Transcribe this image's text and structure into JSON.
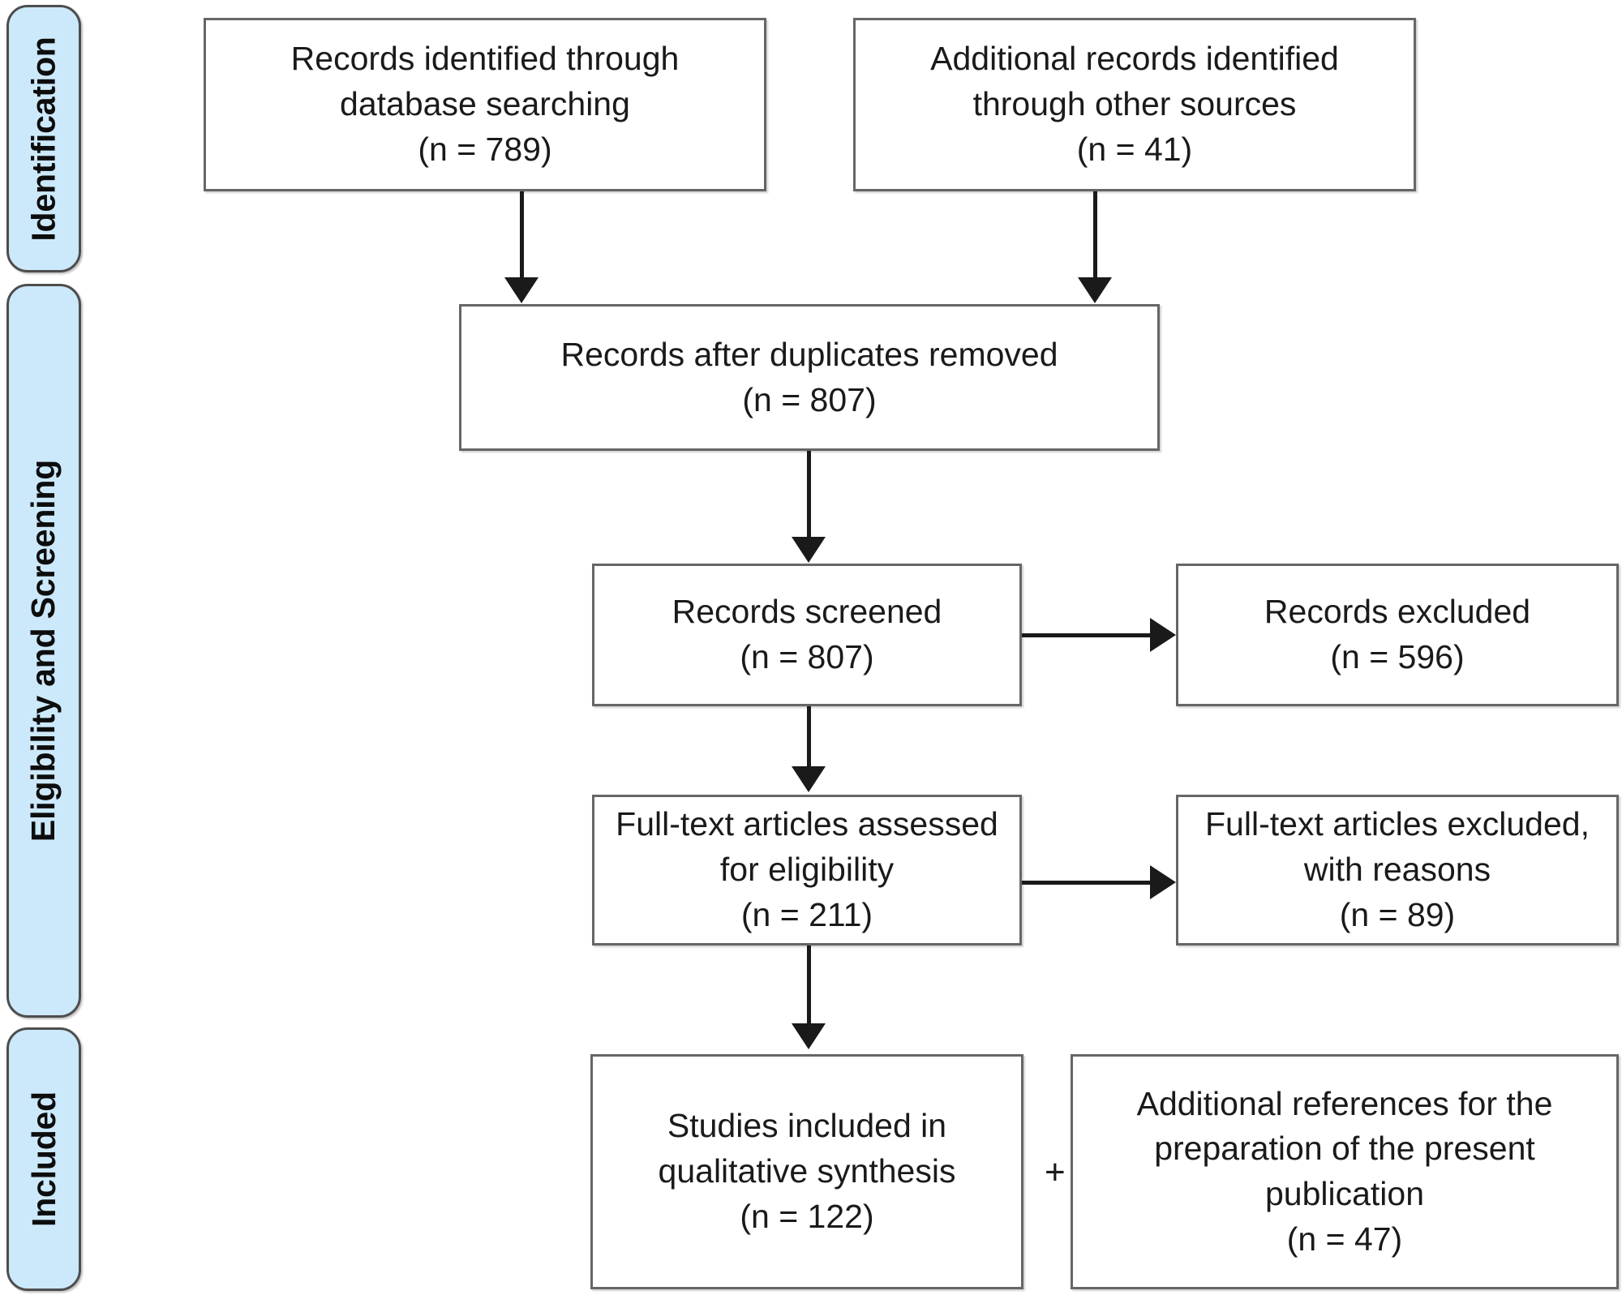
{
  "diagram": {
    "title": "PRISMA flow diagram",
    "accent_color": "#cce9fb",
    "border_color": "#666666",
    "line_color": "#1a1a1a"
  },
  "stages": [
    {
      "id": "identification",
      "label": "Identification"
    },
    {
      "id": "eligibility-screening",
      "label": "Eligibility and Screening"
    },
    {
      "id": "included",
      "label": "Included"
    }
  ],
  "boxes": {
    "database_search": {
      "line1": "Records identified through",
      "line2": "database searching",
      "count": "(n = 789)"
    },
    "other_sources": {
      "line1": "Additional records identified",
      "line2": "through other sources",
      "count": "(n = 41)"
    },
    "duplicates_removed": {
      "line1": "Records after duplicates removed",
      "count": "(n = 807)"
    },
    "records_screened": {
      "line1": "Records screened",
      "count": "(n = 807)"
    },
    "records_excluded": {
      "line1": "Records excluded",
      "count": "(n = 596)"
    },
    "fulltext_assessed": {
      "line1": "Full-text articles assessed",
      "line2": "for eligibility",
      "count": "(n = 211)"
    },
    "fulltext_excluded": {
      "line1": "Full-text articles excluded,",
      "line2": "with reasons",
      "count": "(n = 89)"
    },
    "studies_included": {
      "line1": "Studies included in",
      "line2": "qualitative synthesis",
      "count": "(n = 122)"
    },
    "additional_references": {
      "line1": "Additional references for the",
      "line2": "preparation of the present",
      "line3": "publication",
      "count": "(n = 47)"
    }
  },
  "symbols": {
    "plus": "+"
  }
}
